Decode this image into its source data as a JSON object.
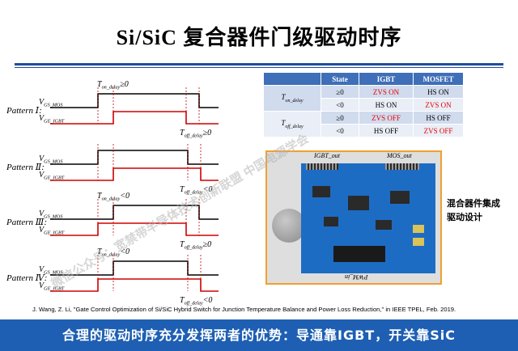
{
  "title": "Si/SiC 复合器件门级驱动时序",
  "diagram": {
    "patterns": [
      {
        "label": "Pattern Ⅰ:",
        "on_label": "T_on_delay≥0",
        "off_label": "T_off_delay≥0"
      },
      {
        "label": "Pattern Ⅱ:",
        "on_label": "",
        "off_label": "T_off_delay<0"
      },
      {
        "label": "Pattern Ⅲ:",
        "on_label": "T_on_delay<0",
        "off_label": "T_off_delay≥0"
      },
      {
        "label": "Pattern Ⅳ:",
        "on_label": "T_on_delay<0",
        "off_label": "T_off_delay<0"
      }
    ],
    "vgs_mos": "V_GS_MOS",
    "vge_igbt": "V_GE_IGBT",
    "colors": {
      "mos": "#000000",
      "igbt": "#d00000"
    }
  },
  "table": {
    "headers": [
      "",
      "State",
      "IGBT",
      "MOSFET"
    ],
    "rows": [
      {
        "group": "T_on_delay",
        "state": "≥0",
        "igbt": "ZVS ON",
        "mosfet": "HS ON",
        "red": "igbt"
      },
      {
        "group": "",
        "state": "<0",
        "igbt": "HS ON",
        "mosfet": "ZVS ON",
        "red": "mosfet"
      },
      {
        "group": "T_off_delay",
        "state": "≥0",
        "igbt": "ZVS OFF",
        "mosfet": "HS OFF",
        "red": "igbt"
      },
      {
        "group": "",
        "state": "<0",
        "igbt": "HS OFF",
        "mosfet": "ZVS OFF",
        "red": "mosfet"
      }
    ]
  },
  "photo": {
    "igbt_out": "IGBT_out",
    "mos_out": "MOS_out",
    "pwm_in": "PWM_in"
  },
  "side_text": "混合器件集成驱动设计",
  "citation": "J. Wang, Z. Li, \"Gate Control Optimization of Si/SiC Hybrid Switch for Junction Temperature Balance and Power Loss Reduction,\" in IEEE TPEL, Feb. 2019.",
  "banner": "合理的驱动时序充分发挥两者的优势：导通靠IGBT，开关靠SiC",
  "watermark": "微信公众号：宽禁带半导体技术创新联盟 中国电源学会"
}
